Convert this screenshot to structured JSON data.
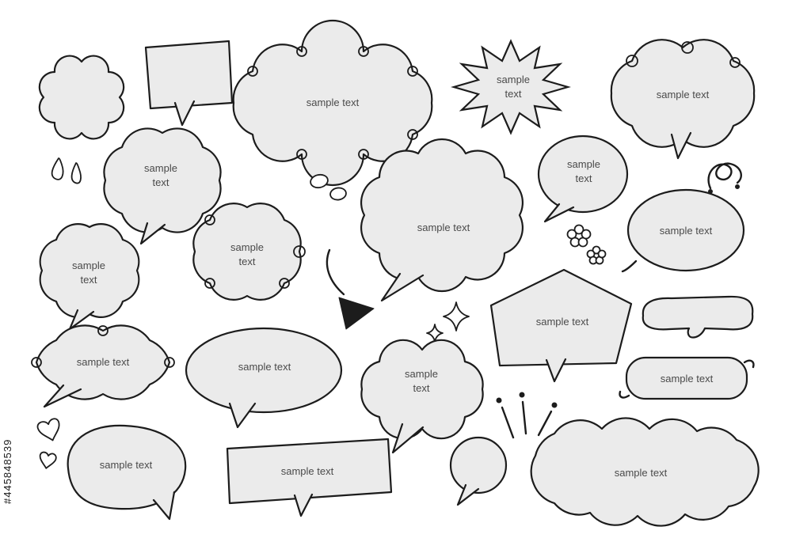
{
  "colors": {
    "background": "#ffffff",
    "bubble_fill": "#ebebeb",
    "stroke": "#1c1c1c",
    "label": "#4a4a4a"
  },
  "watermark": "#445848539",
  "labels": {
    "cloud_top": "sample text",
    "burst_line1": "sample",
    "burst_line2": "text",
    "cloud_loops_right": "sample text",
    "cloud_row2_left_line1": "sample",
    "cloud_row2_left_line2": "text",
    "oval_speech_line1": "sample",
    "oval_speech_line2": "text",
    "cloud_center": "sample text",
    "oval_right": "sample text",
    "cloud_row3_left_line1": "sample",
    "cloud_row3_left_line2": "text",
    "loop_cloud_line1": "sample",
    "loop_cloud_line2": "text",
    "pentagon": "sample text",
    "curly_bubble": "sample text",
    "oval_mid": "sample text",
    "cloud_row4_line1": "sample",
    "cloud_row4_line2": "text",
    "rounded_rect": "sample text",
    "peanut": "sample text",
    "banner_rect": "sample text",
    "scallop_banner": "sample text"
  }
}
